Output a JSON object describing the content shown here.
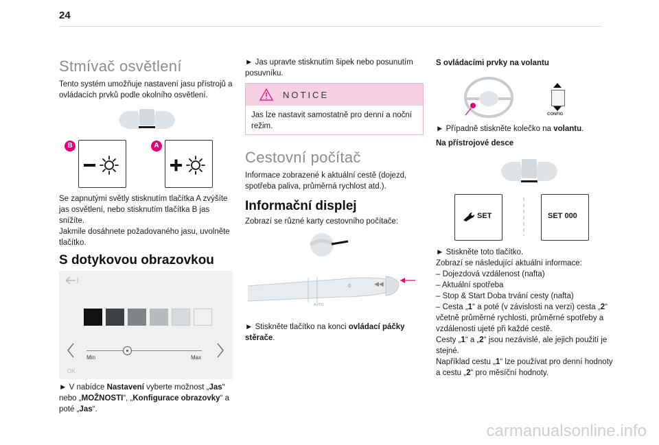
{
  "page_number": "24",
  "col1": {
    "title": "Stmívač osvětlení",
    "intro": "Tento systém umožňuje nastavení jasu přístrojů a ovládacích prvků podle okolního osvětlení.",
    "label_b": "B",
    "label_a": "A",
    "paragraph_1": "Se zapnutými světly stisknutím tlačítka A zvýšíte jas osvětlení, nebo stisknutím tlačítka B jas snížíte.",
    "paragraph_2": "Jakmile dosáhnete požadovaného jasu, uvolněte tlačítko.",
    "title_2": "S dotykovou obrazovkou",
    "slider_min": "Min",
    "slider_max": "Max",
    "ok": "OK",
    "instruction": "► V nabídce Nastavení vyberte možnost „Jas“ nebo „MOŽNOSTI“, „Konfigurace obrazovky“ a poté „Jas“."
  },
  "col2": {
    "instruction": "► Jas upravte stisknutím šipek nebo posunutím posuvníku.",
    "notice_title": "NOTICE",
    "notice_text": "Jas lze nastavit samostatně pro denní a noční režim.",
    "title": "Cestovní počítač",
    "intro": "Informace zobrazené k aktuální cestě (dojezd, spotřeba paliva, průměrná rychlost atd.).",
    "title_2": "Informační displej",
    "intro_2": "Zobrazí se různé karty cestovního počítače:",
    "instruction_2": "► Stiskněte tlačítko na konci ovládací páčky stěrače."
  },
  "col3": {
    "sub_1": "S ovládacími prvky na volantu",
    "config": "CONFIG",
    "instruction_1": "► Případně stiskněte kolečko na volantu.",
    "sub_2": "Na přístrojové desce",
    "set_1": "SET",
    "set_2": "SET 000",
    "lines": [
      "► Stiskněte toto tlačítko.",
      "Zobrazí se následující aktuální informace:",
      "– Dojezdová vzdálenost (nafta)",
      "– Aktuální spotřeba",
      "– Stop & Start Doba trvání cesty (nafta)",
      "– Cesta „1“ a poté (v závislosti na verzi) cesta „2“ včetně průměrné rychlosti, průměrné spotřeby a vzdálenosti ujeté při každé cestě.",
      "Cesty „1“ a „2“ jsou nezávislé, ale jejich použití je stejné.",
      "Například cestu „1“ lze používat pro denní hodnoty a cestu „2“ pro měsíční hodnoty."
    ]
  },
  "watermark": "carmanualsonline.info",
  "colors": {
    "accent": "#e4007d",
    "notice_bg": "#f6cfe3",
    "heading_grey": "#8c8c8c"
  },
  "swatches": [
    "#111111",
    "#3c3f43",
    "#7f8487",
    "#b6bbbe",
    "#d6dadc",
    "#eef0f1"
  ]
}
